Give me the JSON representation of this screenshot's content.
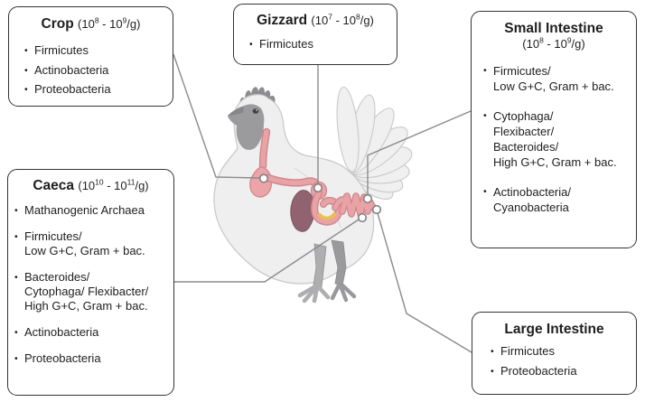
{
  "glyphs": {
    "bullet": "•"
  },
  "colors": {
    "box_border": "#343436",
    "connector": "#8b8b8d",
    "body": "#efeff0",
    "body_outline": "#c7c7c9",
    "head_grey": "#9b9b9d",
    "comb_grey": "#8d8d8f",
    "tract_outline": "#cf878c",
    "tract": "#e9a2a5",
    "crop_fill": "#eba4a7",
    "liver": "#916371",
    "liver_outline": "#7c5360",
    "pancreas": "#e9c052",
    "leg_front": "#aeaeb0",
    "leg_back": "#9a9a9c",
    "marker_fill": "#ffffff",
    "marker_ring": "#818183"
  },
  "illustration": {
    "name": "chicken-digestive-tract"
  },
  "boxes": [
    {
      "id": "crop",
      "title": "Crop",
      "range": {
        "open": "(10",
        "exp1": "8",
        "mid": " - 10",
        "exp2": "9",
        "close": "/g)"
      },
      "bullets": [
        {
          "lines": [
            "Firmicutes"
          ]
        },
        {
          "lines": [
            "Actinobacteria"
          ]
        },
        {
          "lines": [
            "Proteobacteria"
          ]
        }
      ]
    },
    {
      "id": "gizzard",
      "title": "Gizzard",
      "range": {
        "open": "(10",
        "exp1": "7",
        "mid": " - 10",
        "exp2": "8",
        "close": "/g)"
      },
      "bullets": [
        {
          "lines": [
            "Firmicutes"
          ]
        }
      ]
    },
    {
      "id": "small-intestine",
      "title": "Small Intestine",
      "range": {
        "open": "(10",
        "exp1": "8",
        "mid": " - 10",
        "exp2": "9",
        "close": "/g)"
      },
      "bullets": [
        {
          "lines": [
            "Firmicutes/",
            "Low G+C, Gram + bac."
          ]
        },
        {
          "lines": [
            "Cytophaga/",
            "Flexibacter/",
            "Bacteroides/",
            "High G+C, Gram + bac."
          ]
        },
        {
          "lines": [
            "Actinobacteria/",
            "Cyanobacteria"
          ]
        }
      ]
    },
    {
      "id": "caeca",
      "title": "Caeca",
      "range": {
        "open": "(10",
        "exp1": "10",
        "mid": " - 10",
        "exp2": "11",
        "close": "/g)"
      },
      "bullets": [
        {
          "lines": [
            "Mathanogenic Archaea"
          ]
        },
        {
          "lines": [
            "Firmicutes/",
            "Low G+C, Gram + bac."
          ]
        },
        {
          "lines": [
            "Bacteroides/",
            "Cytophaga/ Flexibacter/",
            "High G+C, Gram + bac."
          ]
        },
        {
          "lines": [
            "Actinobacteria"
          ]
        },
        {
          "lines": [
            "Proteobacteria"
          ]
        }
      ]
    },
    {
      "id": "large-intestine",
      "title": "Large Intestine",
      "range": null,
      "bullets": [
        {
          "lines": [
            "Firmicutes"
          ]
        },
        {
          "lines": [
            "Proteobacteria"
          ]
        }
      ]
    }
  ]
}
